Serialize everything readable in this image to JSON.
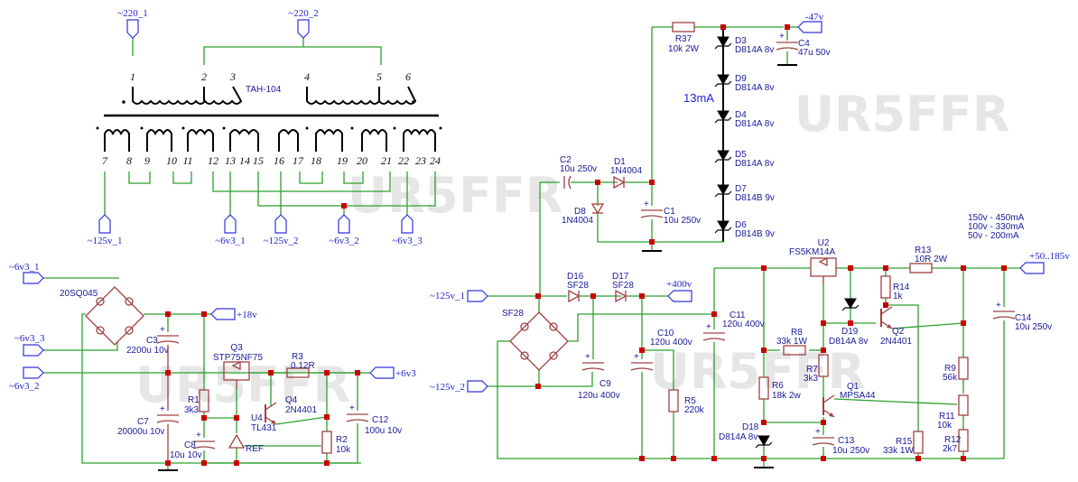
{
  "watermark": "UR5FFR",
  "transformer": {
    "name": "TAH-104",
    "primary_pins": [
      "1",
      "2",
      "3",
      "4",
      "5",
      "6"
    ],
    "secondary_pins": [
      "7",
      "8",
      "9",
      "10",
      "11",
      "12",
      "13",
      "14",
      "15",
      "16",
      "17",
      "18",
      "19",
      "20",
      "21",
      "22",
      "23",
      "24"
    ]
  },
  "ports": {
    "p220_1": "~220_1",
    "p220_2": "~220_2",
    "p125_1_top": "~125v_1",
    "p6v3_1_top": "~6v3_1",
    "p125_2_top": "~125v_2",
    "p6v3_2_top": "~6v3_2",
    "p6v3_3_top": "~6v3_3",
    "p6v3_1": "~6v3_1",
    "p6v3_3": "~6v3_3",
    "p6v3_2": "~6v3_2",
    "p18v": "+18v",
    "p6v3": "+6v3",
    "p47v": "-47v",
    "p125_1": "~125v_1",
    "p125_2": "~125v_2",
    "p400v": "+400v",
    "pout": "+50..185v"
  },
  "components": {
    "bridge1": "20SQ045",
    "c3": {
      "ref": "C3",
      "val": "2200u 10v"
    },
    "c7": {
      "ref": "C7",
      "val": "20000u 10v"
    },
    "c8": {
      "ref": "C8",
      "val": "10u 10v"
    },
    "r1": {
      "ref": "R1",
      "val": "3k3"
    },
    "q3": {
      "ref": "Q3",
      "val": "STP75NF75"
    },
    "r3": {
      "ref": "R3",
      "val": "0.12R"
    },
    "q4": {
      "ref": "Q4",
      "val": "2N4401"
    },
    "u4": {
      "ref": "U4",
      "val": "TL431",
      "pin": "REF"
    },
    "r2": {
      "ref": "R2",
      "val": "10k"
    },
    "c12": {
      "ref": "C12",
      "val": "100u 10v"
    },
    "r37": {
      "ref": "R37",
      "val": "10k 2W"
    },
    "c4": {
      "ref": "C4",
      "val": "47u 50v"
    },
    "d3": {
      "ref": "D3",
      "val": "D814A 8v"
    },
    "d9": {
      "ref": "D9",
      "val": "D814A 8v"
    },
    "d4": {
      "ref": "D4",
      "val": "D814A 8v"
    },
    "d5": {
      "ref": "D5",
      "val": "D814A 8v"
    },
    "d7": {
      "ref": "D7",
      "val": "D814B 9v"
    },
    "d6": {
      "ref": "D6",
      "val": "D814B 9v"
    },
    "current_note": "13mA",
    "c2": {
      "ref": "C2",
      "val": "10u 250v"
    },
    "d1": {
      "ref": "D1",
      "val": "1N4004"
    },
    "d8": {
      "ref": "D8",
      "val": "1N4004"
    },
    "c1": {
      "ref": "C1",
      "val": "10u 250v"
    },
    "bridge2": "SF28",
    "d16": {
      "ref": "D16",
      "val": "SF28"
    },
    "d17": {
      "ref": "D17",
      "val": "SF28"
    },
    "c9": {
      "ref": "C9",
      "val": "120u 400v"
    },
    "c10": {
      "ref": "C10",
      "val": "120u 400v"
    },
    "r5": {
      "ref": "R5",
      "val": "220k"
    },
    "c11": {
      "ref": "C11",
      "val": "120u 400v"
    },
    "u2": {
      "ref": "U2",
      "val": "FS5KM14A"
    },
    "r13": {
      "ref": "R13",
      "val": "10R 2W"
    },
    "r14": {
      "ref": "R14",
      "val": "1k"
    },
    "d19": {
      "ref": "D19",
      "val": "D814A 8v"
    },
    "q2": {
      "ref": "Q2",
      "val": "2N4401"
    },
    "r8": {
      "ref": "R8",
      "val": "33k 1W"
    },
    "r7": {
      "ref": "R7",
      "val": "3k3"
    },
    "r6": {
      "ref": "R6",
      "val": "18k 2w"
    },
    "q1": {
      "ref": "Q1",
      "val": "MPSA44"
    },
    "d18": {
      "ref": "D18",
      "val": "D814A 8v"
    },
    "c13": {
      "ref": "C13",
      "val": "10u 250v"
    },
    "r15": {
      "ref": "R15",
      "val": "33k 1W"
    },
    "r9": {
      "ref": "R9",
      "val": "56k"
    },
    "r11": {
      "ref": "R11",
      "val": "10k"
    },
    "r12": {
      "ref": "R12",
      "val": "2k7"
    },
    "c14": {
      "ref": "C14",
      "val": "10u 250v"
    }
  },
  "load_table": [
    "150v - 450mA",
    "100v - 330mA",
    "50v - 200mA"
  ]
}
